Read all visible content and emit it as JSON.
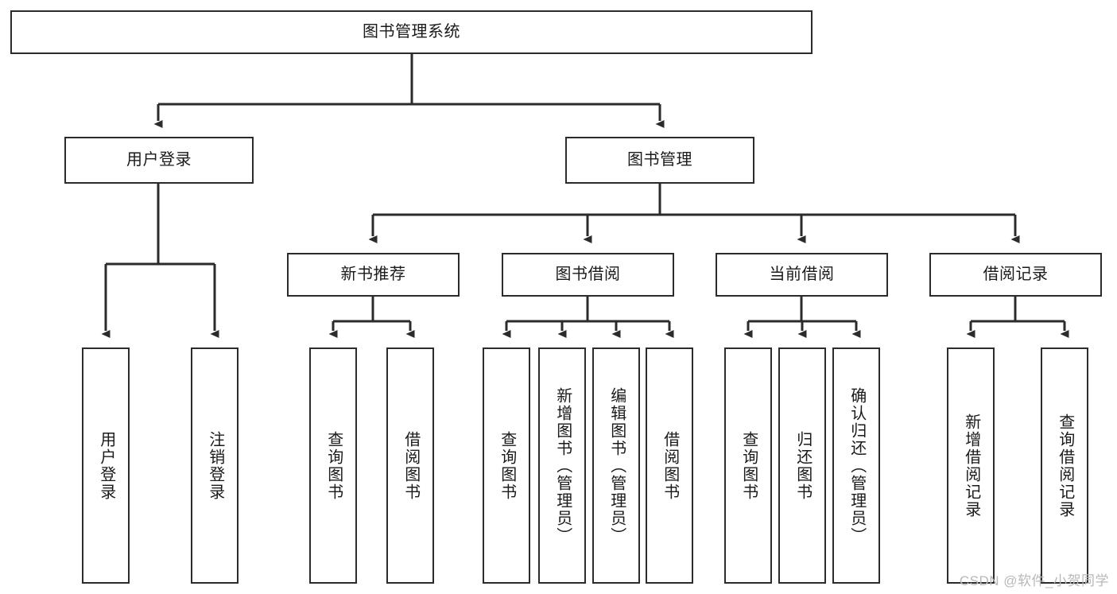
{
  "diagram": {
    "title": "图书管理系统",
    "type": "hierarchy-tree",
    "colors": {
      "background": "#ffffff",
      "node_border": "#2b2b2b",
      "node_fill": "#ffffff",
      "connector": "#2b2b2b",
      "text": "#1a1a1a",
      "watermark": "#b8b8b8"
    },
    "root": {
      "label": "图书管理系统"
    },
    "level2": [
      {
        "label": "用户登录"
      },
      {
        "label": "图书管理"
      }
    ],
    "level3": [
      {
        "label": "新书推荐"
      },
      {
        "label": "图书借阅"
      },
      {
        "label": "当前借阅"
      },
      {
        "label": "借阅记录"
      }
    ],
    "leaves": {
      "user_login": [
        {
          "label": "用户登录"
        },
        {
          "label": "注销登录"
        }
      ],
      "new_book_recommend": [
        {
          "label": "查询图书"
        },
        {
          "label": "借阅图书"
        }
      ],
      "book_borrow": [
        {
          "label": "查询图书"
        },
        {
          "label": "新增图书（管理员）"
        },
        {
          "label": "编辑图书（管理员）"
        },
        {
          "label": "借阅图书"
        }
      ],
      "current_borrow": [
        {
          "label": "查询图书"
        },
        {
          "label": "归还图书"
        },
        {
          "label": "确认归还（管理员）"
        }
      ],
      "borrow_record": [
        {
          "label": "新增借阅记录"
        },
        {
          "label": "查询借阅记录"
        }
      ]
    }
  },
  "watermark": {
    "text": "CSDN @软件_小贺同学"
  }
}
